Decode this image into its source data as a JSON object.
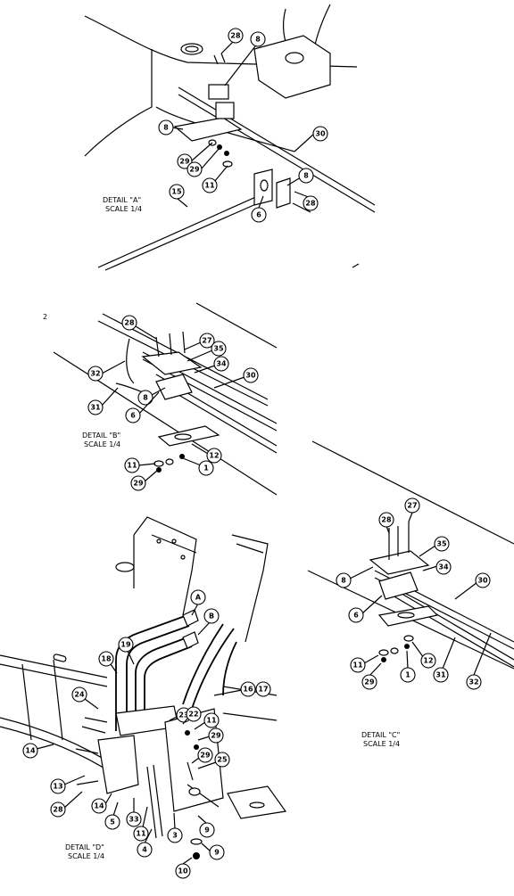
{
  "details": [
    {
      "id": "A",
      "line1": "DETAIL \"A\"",
      "line2": "SCALE 1/4"
    },
    {
      "id": "B",
      "line1": "DETAIL \"B\"",
      "line2": "SCALE 1/4"
    },
    {
      "id": "C",
      "line1": "DETAIL \"C\"",
      "line2": "SCALE 1/4"
    },
    {
      "id": "D",
      "line1": "DETAIL \"D\"",
      "line2": "SCALE 1/4"
    }
  ],
  "stray_mark": "2",
  "callouts": {
    "A": [
      "28",
      "8",
      "8",
      "30",
      "29",
      "29",
      "11",
      "15",
      "6",
      "8",
      "28"
    ],
    "B": [
      "28",
      "27",
      "35",
      "34",
      "32",
      "30",
      "8",
      "31",
      "6",
      "12",
      "11",
      "1",
      "29"
    ],
    "C": [
      "27",
      "28",
      "35",
      "34",
      "30",
      "8",
      "6",
      "11",
      "29",
      "1",
      "12",
      "31",
      "32"
    ],
    "D": [
      "A",
      "B",
      "19",
      "18",
      "16",
      "17",
      "24",
      "23",
      "22",
      "11",
      "29",
      "29",
      "25",
      "14",
      "13",
      "14",
      "28",
      "5",
      "33",
      "11",
      "4",
      "3",
      "9",
      "9",
      "10"
    ]
  }
}
